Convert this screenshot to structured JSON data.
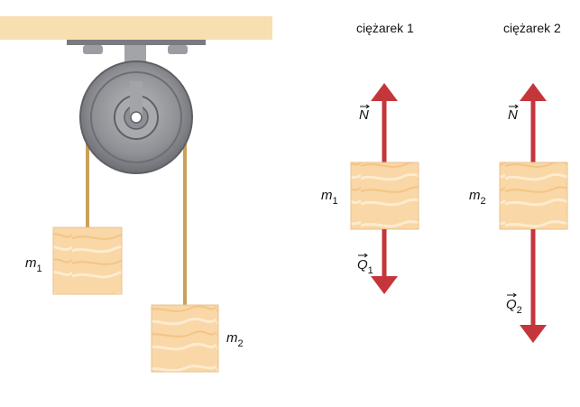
{
  "pulley_system": {
    "mass1_label": {
      "symbol": "m",
      "subscript": "1"
    },
    "mass2_label": {
      "symbol": "m",
      "subscript": "2"
    }
  },
  "fbd_1": {
    "title": "ciężarek 1",
    "mass_label": {
      "symbol": "m",
      "subscript": "1"
    },
    "up_force": {
      "symbol": "N",
      "subscript": ""
    },
    "down_force": {
      "symbol": "Q",
      "subscript": "1"
    }
  },
  "fbd_2": {
    "title": "ciężarek 2",
    "mass_label": {
      "symbol": "m",
      "subscript": "2"
    },
    "up_force": {
      "symbol": "N",
      "subscript": ""
    },
    "down_force": {
      "symbol": "Q",
      "subscript": "2"
    }
  },
  "colors": {
    "ceiling": "#f7dfb0",
    "block_fill": "#f9d7a6",
    "force_arrow": "#c5363b",
    "pulley": "#8e8f94",
    "rope": "#c9a258"
  }
}
